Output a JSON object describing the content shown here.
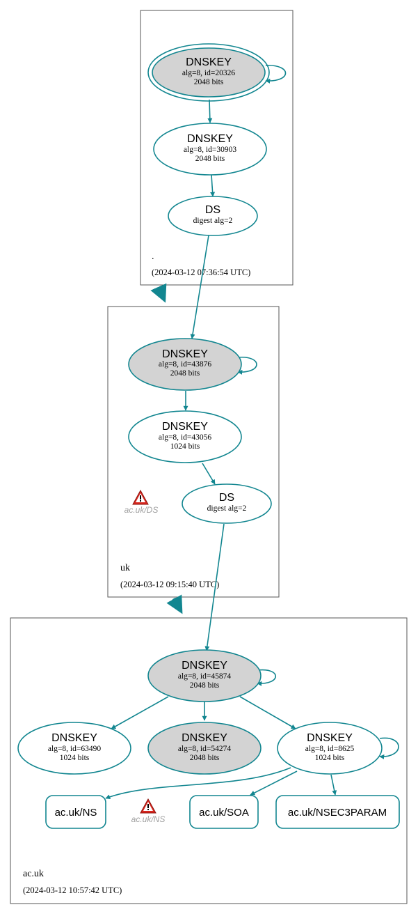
{
  "colors": {
    "edge": "#128690",
    "box": "#555555",
    "ksk_fill": "#d3d3d3",
    "warn_red": "#c0211a"
  },
  "zones": {
    "root": {
      "name": ".",
      "timestamp": "(2024-03-12 07:36:54 UTC)"
    },
    "uk": {
      "name": "uk",
      "timestamp": "(2024-03-12 09:15:40 UTC)"
    },
    "acuk": {
      "name": "ac.uk",
      "timestamp": "(2024-03-12 10:57:42 UTC)"
    }
  },
  "nodes": {
    "root_ksk": {
      "title": "DNSKEY",
      "line1": "alg=8, id=20326",
      "line2": "2048 bits"
    },
    "root_zsk": {
      "title": "DNSKEY",
      "line1": "alg=8, id=30903",
      "line2": "2048 bits"
    },
    "root_ds": {
      "title": "DS",
      "line1": "digest alg=2"
    },
    "uk_ksk": {
      "title": "DNSKEY",
      "line1": "alg=8, id=43876",
      "line2": "2048 bits"
    },
    "uk_zsk": {
      "title": "DNSKEY",
      "line1": "alg=8, id=43056",
      "line2": "1024 bits"
    },
    "uk_ds": {
      "title": "DS",
      "line1": "digest alg=2"
    },
    "acuk_ksk": {
      "title": "DNSKEY",
      "line1": "alg=8, id=45874",
      "line2": "2048 bits"
    },
    "acuk_k1": {
      "title": "DNSKEY",
      "line1": "alg=8, id=63490",
      "line2": "1024 bits"
    },
    "acuk_k2": {
      "title": "DNSKEY",
      "line1": "alg=8, id=54274",
      "line2": "2048 bits"
    },
    "acuk_k3": {
      "title": "DNSKEY",
      "line1": "alg=8, id=8625",
      "line2": "1024 bits"
    }
  },
  "records": {
    "ns": "ac.uk/NS",
    "soa": "ac.uk/SOA",
    "nsec3param": "ac.uk/NSEC3PARAM"
  },
  "warnings": {
    "uk_ds": "ac.uk/DS",
    "acuk_ns": "ac.uk/NS"
  }
}
